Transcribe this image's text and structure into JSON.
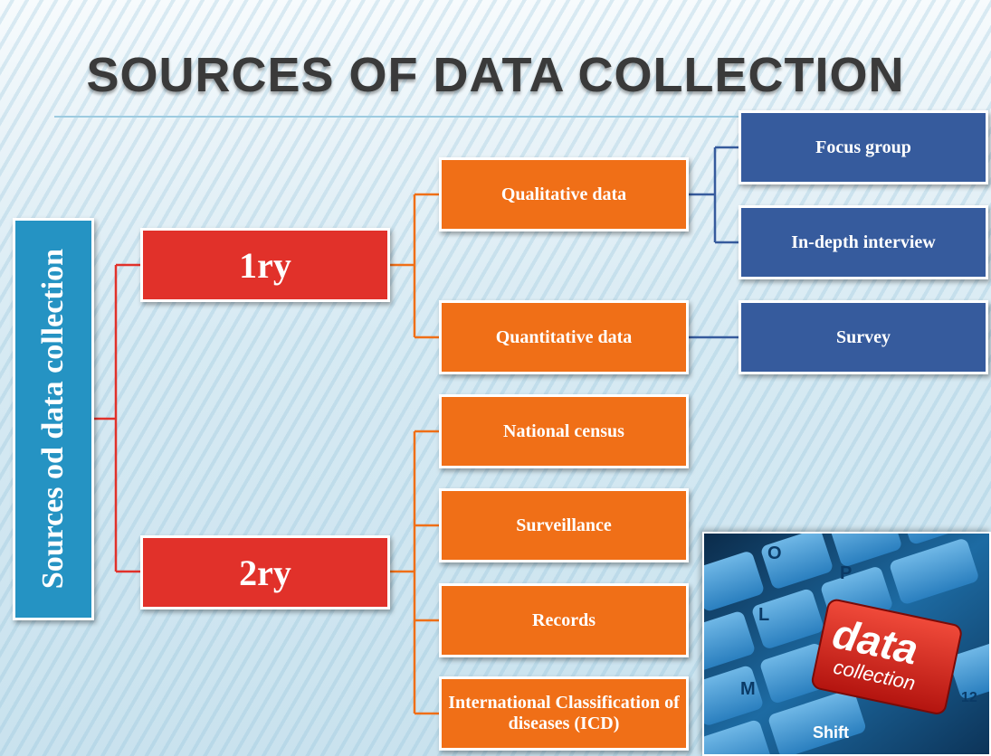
{
  "title": "SOURCES OF DATA COLLECTION",
  "root": {
    "label": "Sources od data collection"
  },
  "primary": {
    "label": "1ry",
    "qualitative": {
      "label": "Qualitative data",
      "children": [
        "Focus group",
        "In-depth interview"
      ]
    },
    "quantitative": {
      "label": "Quantitative data",
      "children": [
        "Survey"
      ]
    }
  },
  "secondary": {
    "label": "2ry",
    "children": [
      "National census",
      "Surveillance",
      "Records",
      "International Classification of diseases (ICD)"
    ]
  },
  "image": {
    "keycap_text_1": "data",
    "keycap_text_2": "collection",
    "key_labels": [
      "O",
      "P",
      "L",
      "M",
      "Shift",
      "12"
    ]
  },
  "colors": {
    "root": "#2593c3",
    "level1": "#e1312a",
    "level2": "#f06f17",
    "level3": "#365b9d",
    "connector_primary": "#e1312a",
    "connector_secondary": "#f06f17",
    "connector_tertiary": "#365b9d"
  }
}
